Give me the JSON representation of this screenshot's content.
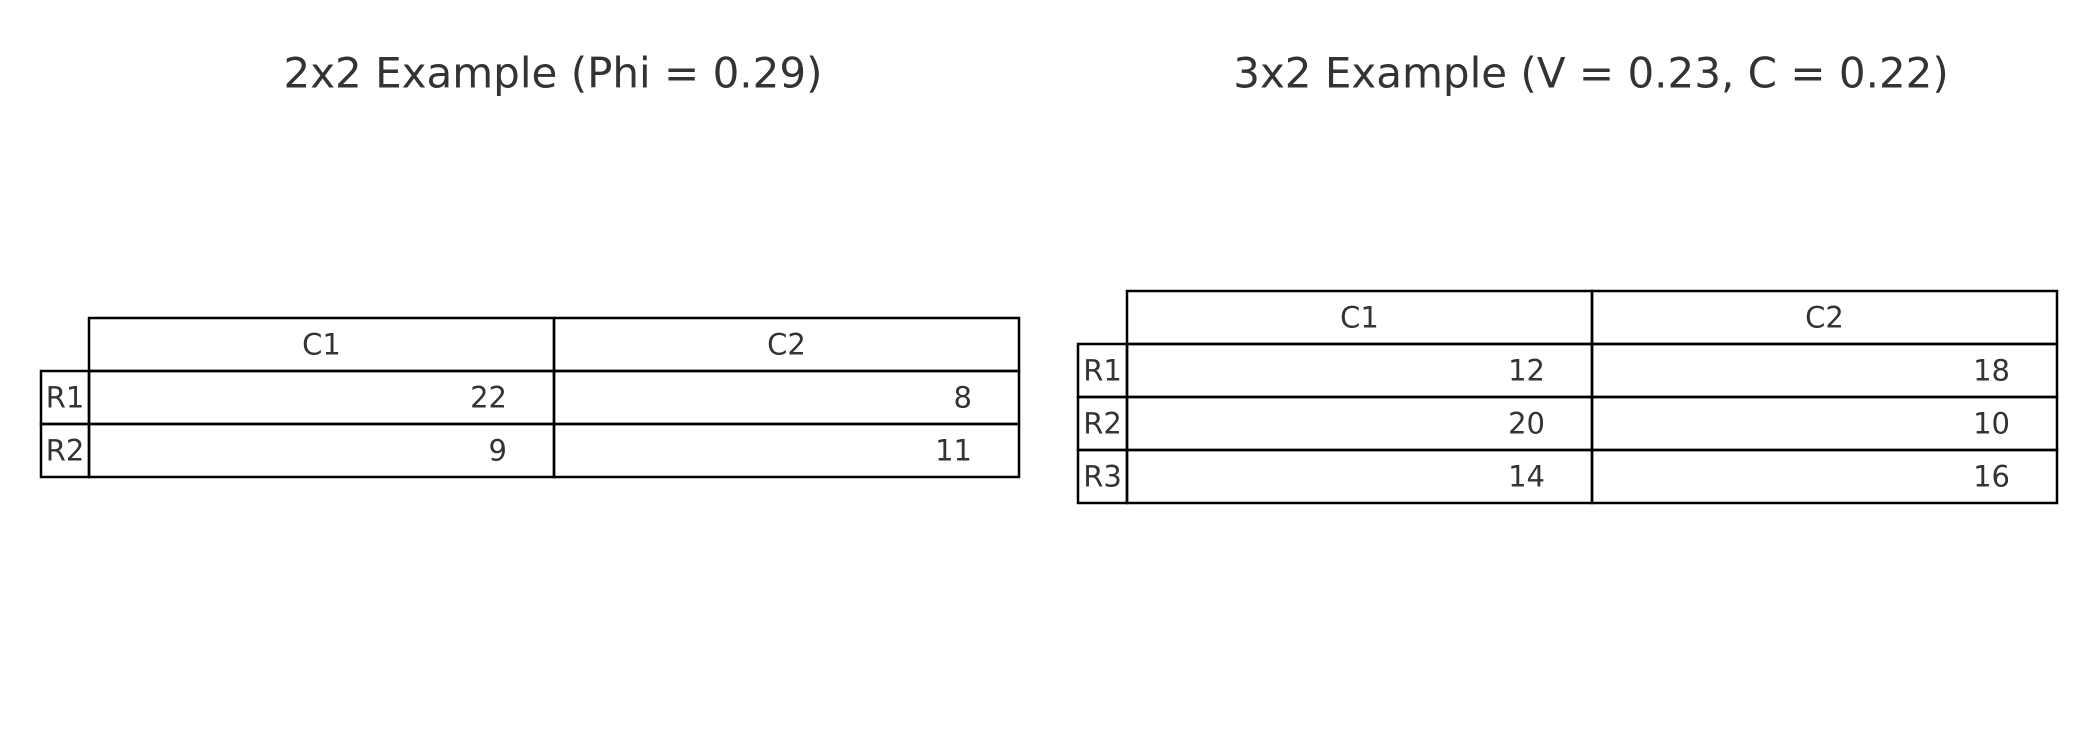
{
  "chart_data": [
    {
      "type": "table",
      "title": "2x2 Example (Phi = 0.29)",
      "columns": [
        "C1",
        "C2"
      ],
      "rows": [
        "R1",
        "R2"
      ],
      "values": [
        [
          22,
          8
        ],
        [
          9,
          11
        ]
      ]
    },
    {
      "type": "table",
      "title": "3x2 Example (V = 0.23, C = 0.22)",
      "columns": [
        "C1",
        "C2"
      ],
      "rows": [
        "R1",
        "R2",
        "R3"
      ],
      "values": [
        [
          12,
          18
        ],
        [
          20,
          10
        ],
        [
          14,
          16
        ]
      ]
    }
  ]
}
